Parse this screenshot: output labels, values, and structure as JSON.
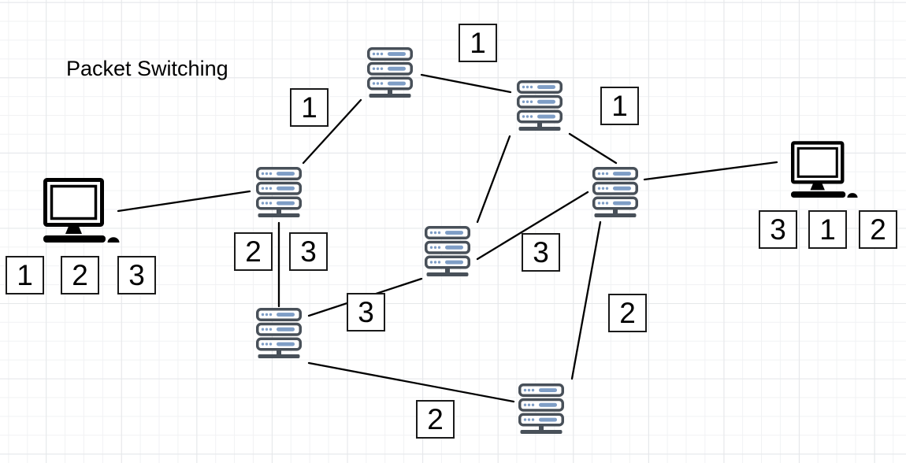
{
  "title": "Packet Switching",
  "nodes": [
    {
      "id": "host-left",
      "type": "computer"
    },
    {
      "id": "router-upper-left",
      "type": "server"
    },
    {
      "id": "router-top",
      "type": "server"
    },
    {
      "id": "router-upper-right",
      "type": "server"
    },
    {
      "id": "router-middle",
      "type": "server"
    },
    {
      "id": "router-right",
      "type": "server"
    },
    {
      "id": "router-lower-left",
      "type": "server"
    },
    {
      "id": "router-bottom",
      "type": "server"
    },
    {
      "id": "host-right",
      "type": "computer"
    }
  ],
  "link_count": 11,
  "packets": {
    "left_host_queue": [
      "1",
      "2",
      "3"
    ],
    "in_transit": [
      "1",
      "1",
      "1",
      "2",
      "3",
      "3",
      "3",
      "2",
      "2"
    ],
    "right_host_queue": [
      "3",
      "1",
      "2"
    ]
  },
  "colors": {
    "canvas_bg": "#ffffff",
    "grid_minor": "#f1f2f4",
    "grid_major": "#e5e7ea",
    "edge": "#000000",
    "icon_dark": "#485059",
    "icon_accent": "#7f9ec6",
    "pc": "#000000",
    "box_border": "#1a1a1a",
    "box_bg": "#ffffff",
    "text": "#000000"
  }
}
